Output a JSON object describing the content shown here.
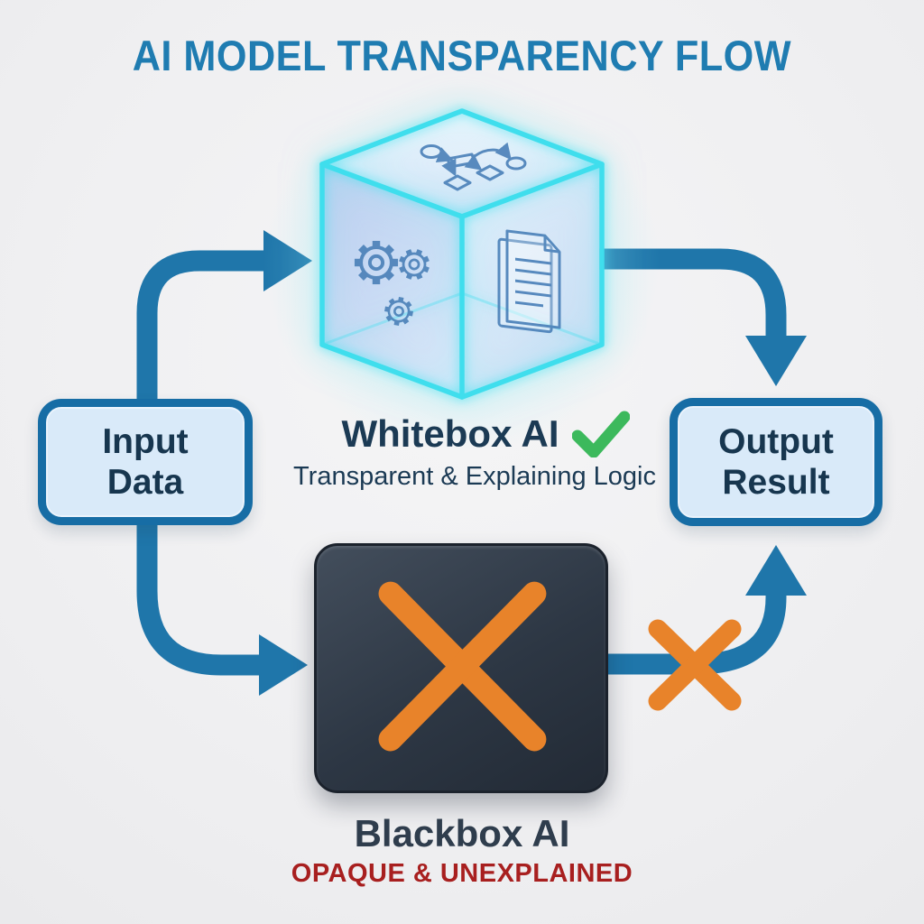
{
  "title": "AI MODEL TRANSPARENCY FLOW",
  "nodes": {
    "input": {
      "line1": "Input",
      "line2": "Data"
    },
    "output": {
      "line1": "Output",
      "line2": "Result"
    },
    "whitebox": {
      "label": "Whitebox AI",
      "subtitle": "Transparent & Explaining Logic"
    },
    "blackbox": {
      "label": "Blackbox AI",
      "subtitle": "OPAQUE & UNEXPLAINED"
    }
  },
  "icons": {
    "whitebox_status": "check-icon",
    "blackbox_status": "cross-icon",
    "blocked_path": "cross-icon",
    "cube_faces": [
      "flowchart-icon",
      "gears-icon",
      "document-icon"
    ]
  },
  "colors": {
    "title": "#1f7cb1",
    "arrow": "#1f76aa",
    "box_fill": "#d9eaf9",
    "box_border": "#176da5",
    "box_text": "#17364f",
    "caption_text": "#1b3a54",
    "blackbox_label": "#2f3d4d",
    "warning_red": "#a81f1f",
    "cross_orange": "#e8832a",
    "check_green": "#3cb95c",
    "cube_glow": "#3fdeed",
    "cube_icon": "#4a80b8",
    "background": "#f0f0f1"
  }
}
